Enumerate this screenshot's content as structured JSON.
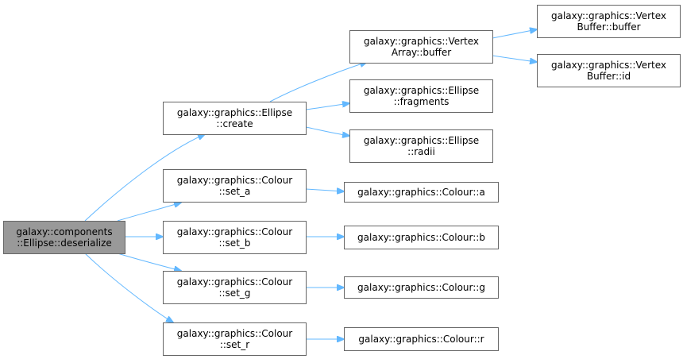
{
  "colors": {
    "edge": "#63b8ff",
    "node_border": "#666666",
    "node_fill": "#ffffff",
    "root_fill": "#999999",
    "text": "#000000"
  },
  "nodes": {
    "deserialize": {
      "lines": [
        "galaxy::components",
        "::Ellipse::deserialize"
      ]
    },
    "create": {
      "lines": [
        "galaxy::graphics::Ellipse",
        "::create"
      ]
    },
    "set_a": {
      "lines": [
        "galaxy::graphics::Colour",
        "::set_a"
      ]
    },
    "set_b": {
      "lines": [
        "galaxy::graphics::Colour",
        "::set_b"
      ]
    },
    "set_g": {
      "lines": [
        "galaxy::graphics::Colour",
        "::set_g"
      ]
    },
    "set_r": {
      "lines": [
        "galaxy::graphics::Colour",
        "::set_r"
      ]
    },
    "va_buffer": {
      "lines": [
        "galaxy::graphics::Vertex",
        "Array::buffer"
      ]
    },
    "fragments": {
      "lines": [
        "galaxy::graphics::Ellipse",
        "::fragments"
      ]
    },
    "radii": {
      "lines": [
        "galaxy::graphics::Ellipse",
        "::radii"
      ]
    },
    "colour_a": {
      "lines": [
        "galaxy::graphics::Colour::a"
      ]
    },
    "colour_b": {
      "lines": [
        "galaxy::graphics::Colour::b"
      ]
    },
    "colour_g": {
      "lines": [
        "galaxy::graphics::Colour::g"
      ]
    },
    "colour_r": {
      "lines": [
        "galaxy::graphics::Colour::r"
      ]
    },
    "vb_buffer": {
      "lines": [
        "galaxy::graphics::Vertex",
        "Buffer::buffer"
      ]
    },
    "vb_id": {
      "lines": [
        "galaxy::graphics::Vertex",
        "Buffer::id"
      ]
    }
  },
  "edges": [
    {
      "from": "deserialize",
      "to": "create"
    },
    {
      "from": "deserialize",
      "to": "set_a"
    },
    {
      "from": "deserialize",
      "to": "set_b"
    },
    {
      "from": "deserialize",
      "to": "set_g"
    },
    {
      "from": "deserialize",
      "to": "set_r"
    },
    {
      "from": "create",
      "to": "va_buffer"
    },
    {
      "from": "create",
      "to": "fragments"
    },
    {
      "from": "create",
      "to": "radii"
    },
    {
      "from": "set_a",
      "to": "colour_a"
    },
    {
      "from": "set_b",
      "to": "colour_b"
    },
    {
      "from": "set_g",
      "to": "colour_g"
    },
    {
      "from": "set_r",
      "to": "colour_r"
    },
    {
      "from": "va_buffer",
      "to": "vb_buffer"
    },
    {
      "from": "va_buffer",
      "to": "vb_id"
    }
  ]
}
